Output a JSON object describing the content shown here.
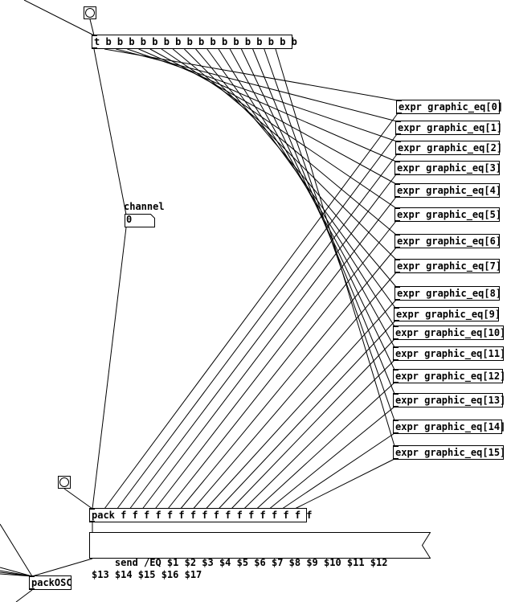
{
  "patch": {
    "trigger": "t b b b b b b b b b b b b b b b b b",
    "pack": "pack f f f f f f f f f f f f f f f f f",
    "channel_label": "channel",
    "channel_value": "0",
    "send_message": "send /EQ $1 $2 $3 $4 $5 $6 $7 $8 $9 $10 $11 $12 $13 $14 $15 $16 $17",
    "packosc": "packOSC",
    "expr": [
      "expr graphic_eq[0]",
      "expr graphic_eq[1]",
      "expr graphic_eq[2]",
      "expr graphic_eq[3]",
      "expr graphic_eq[4]",
      "expr graphic_eq[5]",
      "expr graphic_eq[6]",
      "expr graphic_eq[7]",
      "expr graphic_eq[8]",
      "expr graphic_eq[9]",
      "expr graphic_eq[10]",
      "expr graphic_eq[11]",
      "expr graphic_eq[12]",
      "expr graphic_eq[13]",
      "expr graphic_eq[14]",
      "expr graphic_eq[15]"
    ]
  }
}
